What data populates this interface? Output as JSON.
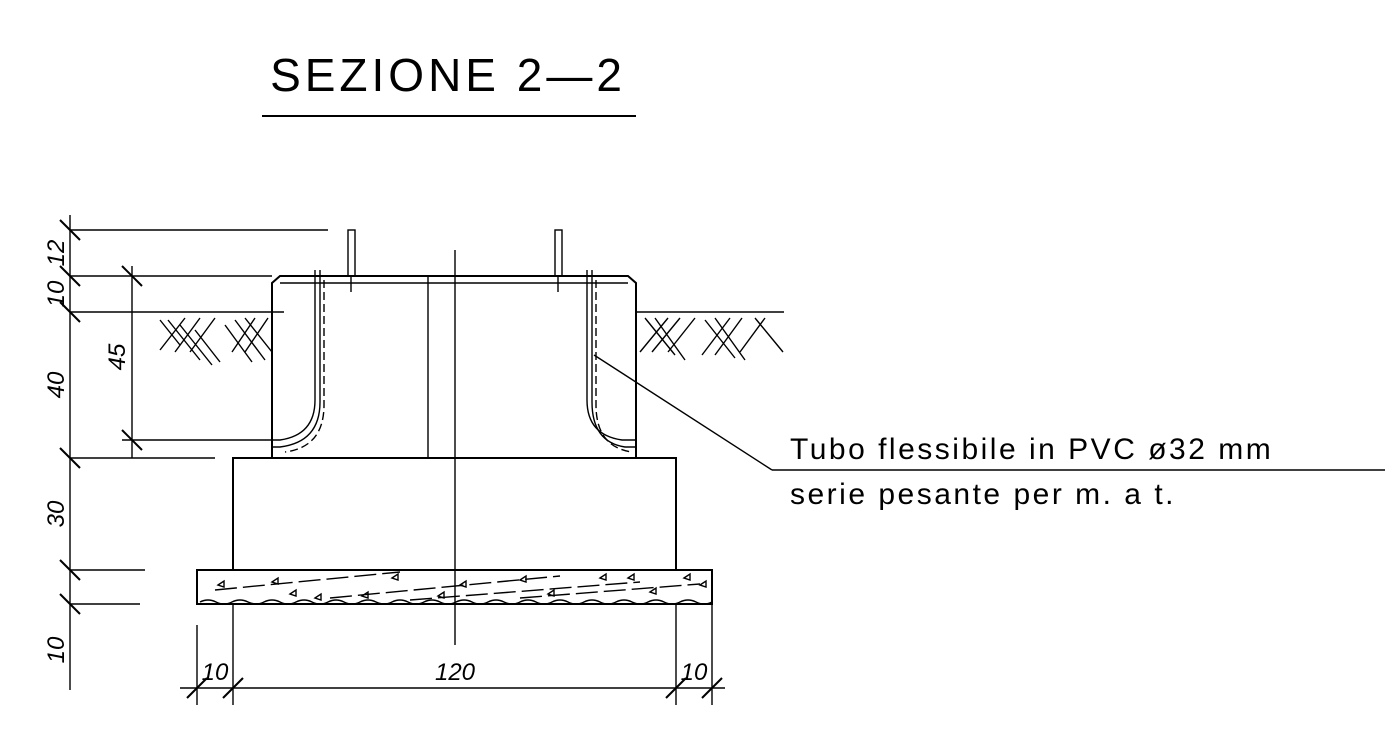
{
  "title": "SEZIONE 2—2",
  "labels": {
    "pipe_line1": "Tubo flessibile in PVC ø32 mm",
    "pipe_line2": "serie pesante per m. a t."
  },
  "dimensions": {
    "v_12": "12",
    "v_10_top": "10",
    "v_40": "40",
    "v_45": "45",
    "v_30": "30",
    "v_10_bottom": "10",
    "h_10_left": "10",
    "h_120": "120",
    "h_10_right": "10"
  }
}
